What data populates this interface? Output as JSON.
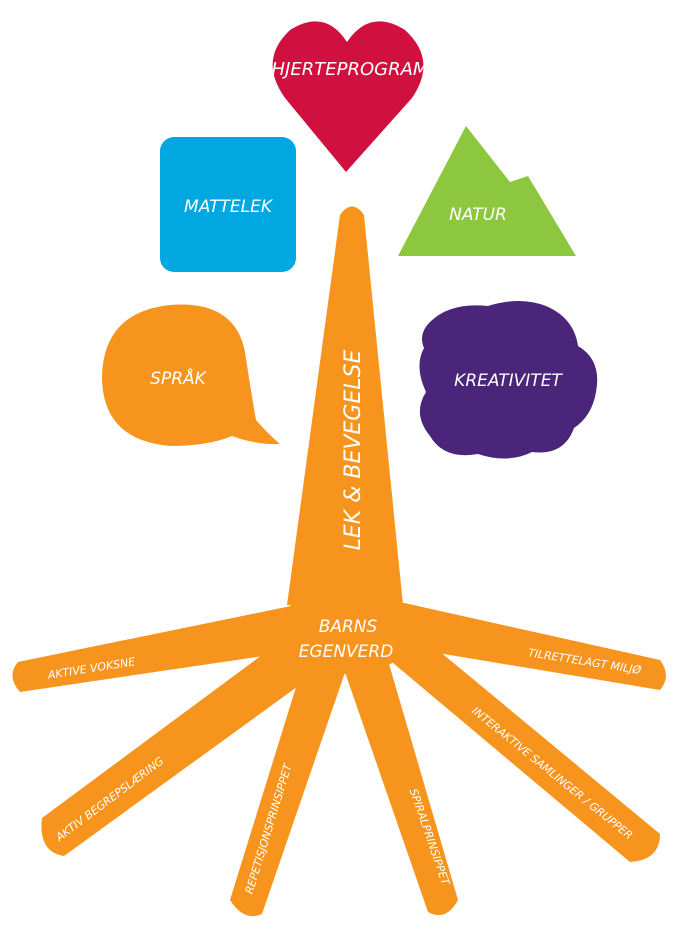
{
  "colors": {
    "heart": "#d0103f",
    "mattelek": "#00a7e1",
    "natur": "#8dc63f",
    "sprak": "#f7941d",
    "kreativitet": "#4b2579",
    "tree": "#f7941d",
    "text": "#ffffff"
  },
  "shapes": {
    "heart": {
      "label": "HJERTEPROGRAM",
      "icon": "heart-shape"
    },
    "mattelek": {
      "label": "MATTELEK",
      "icon": "rounded-square-shape"
    },
    "natur": {
      "label": "NATUR",
      "icon": "mountain-shape"
    },
    "sprak": {
      "label": "SPRÅK",
      "icon": "speech-bubble-shape"
    },
    "kreativitet": {
      "label": "KREATIVITET",
      "icon": "blob-shape"
    }
  },
  "trunk": {
    "label": "LEK & BEVEGELSE"
  },
  "center": {
    "line1": "BARNS",
    "line2": "EGENVERD"
  },
  "roots": {
    "aktive_voksne": "AKTIVE VOKSNE",
    "aktiv_begrepslaering": "AKTIV BEGREPSLÆRING",
    "repetisjonsprinsippet": "REPETISJONSPRINSIPPET",
    "spiralprinsippet": "SPIRALPRINSIPPET",
    "interaktive_samlinger": "INTERAKTIVE SAMLINGER / GRUPPER",
    "tilrettelagt_miljo": "TILRETTELAGT MILJØ"
  }
}
